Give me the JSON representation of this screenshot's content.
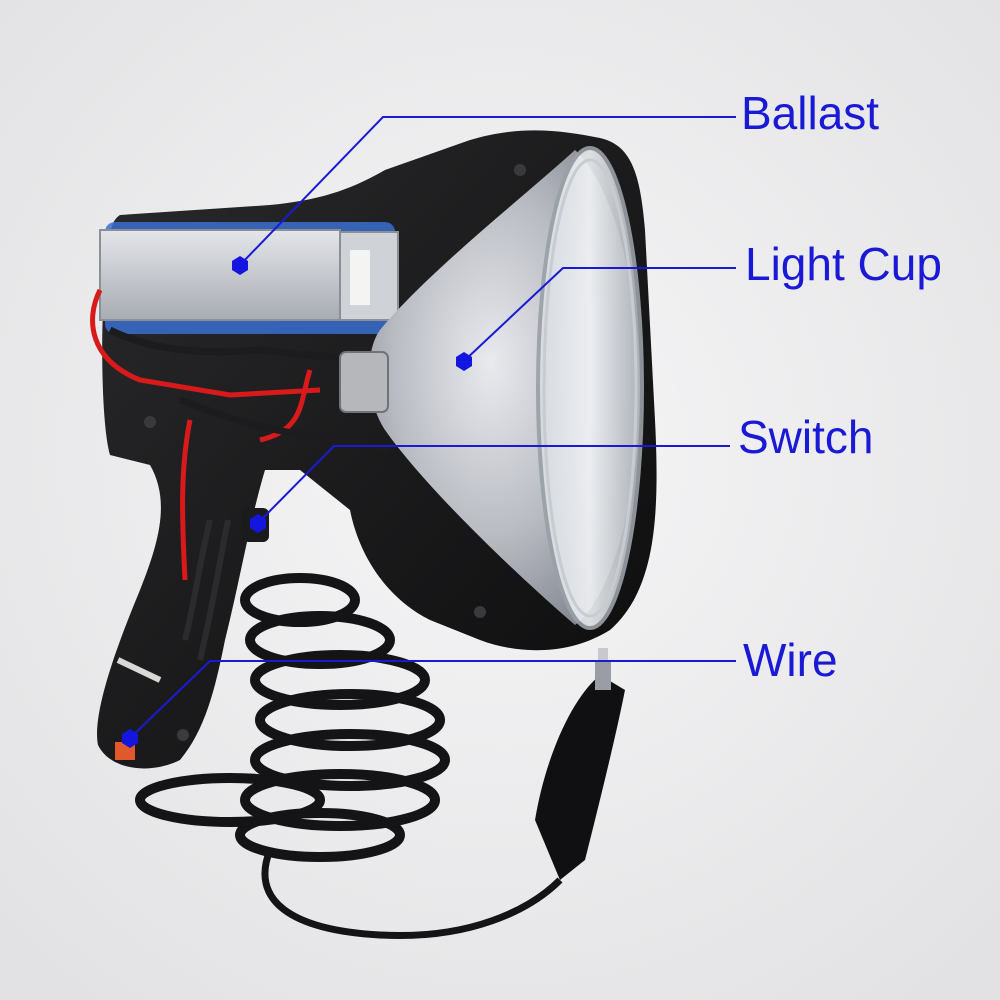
{
  "diagram": {
    "labels": {
      "ballast": "Ballast",
      "light_cup": "Light Cup",
      "switch": "Switch",
      "wire": "Wire"
    },
    "colors": {
      "background": "#eeeeef",
      "label_text": "#1a1ad6",
      "leader_line": "#1a1ad6",
      "marker": "#1515e0",
      "housing": "#111111",
      "ballast_box": "#c9ccd2",
      "ballast_wrap": "#3a6fd0",
      "reflector": "#b9bcc2",
      "red_wire": "#d81a1a"
    }
  }
}
